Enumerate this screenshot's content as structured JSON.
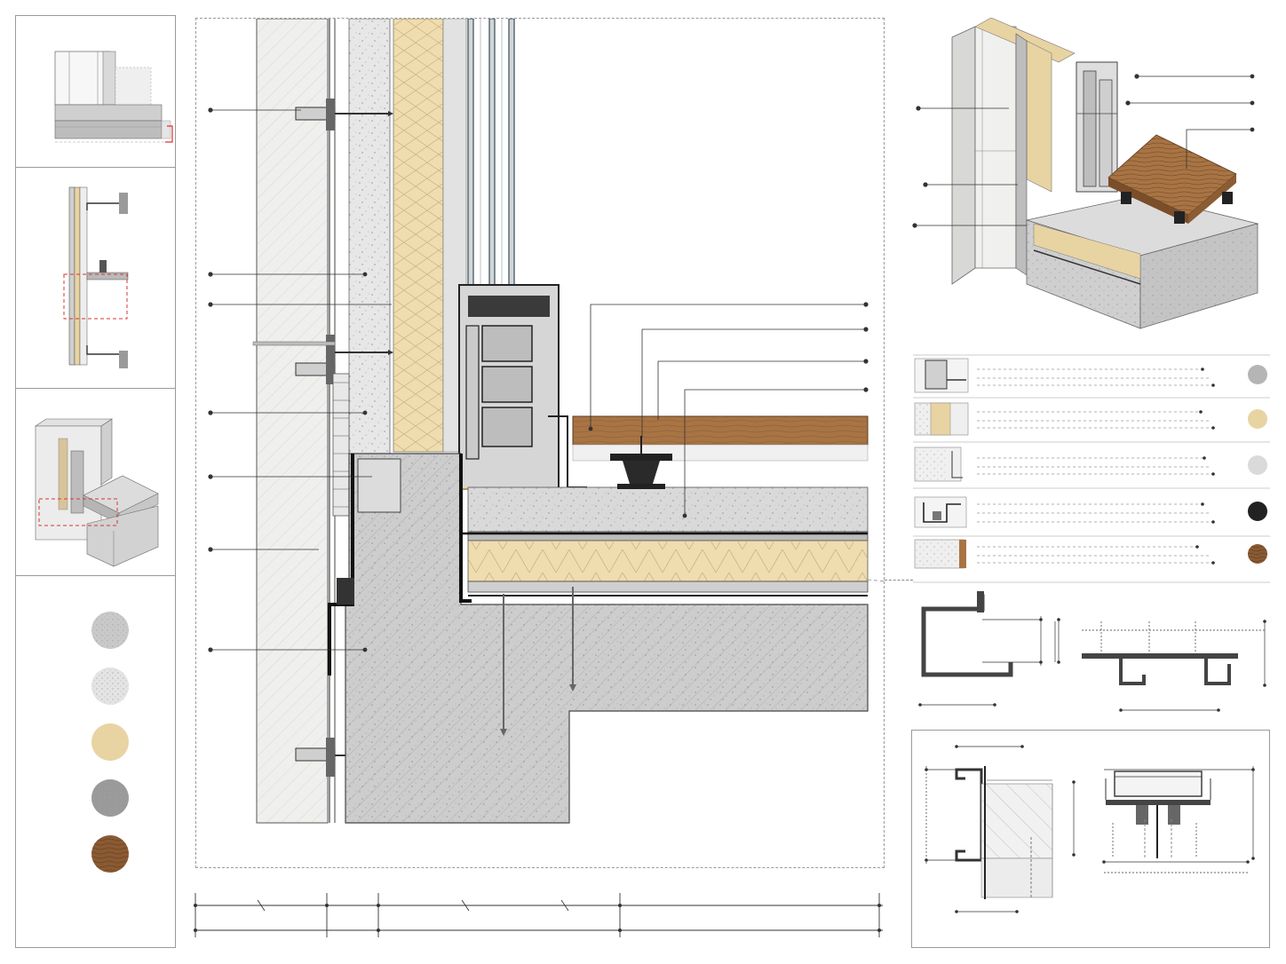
{
  "thumbnails": [
    {
      "name": "elevation-section-key"
    },
    {
      "name": "vertical-section-key"
    },
    {
      "name": "axonometric-key"
    }
  ],
  "swatches": [
    {
      "name": "concrete-gray",
      "color": "#c9c9c9"
    },
    {
      "name": "plaster-white",
      "color": "#e4e4e4"
    },
    {
      "name": "mineral-wool-beige",
      "color": "#e8d3a2"
    },
    {
      "name": "screed-gray",
      "color": "#9a9a9a"
    },
    {
      "name": "wood-deck-brown",
      "color": "#8a5a33"
    }
  ],
  "legend_rows": [
    {
      "name": "row-window-frame",
      "color": "#b5b5b5"
    },
    {
      "name": "row-insulation",
      "color": "#e8d3a2"
    },
    {
      "name": "row-cladding",
      "color": "#dadada"
    },
    {
      "name": "row-aluminium-profile",
      "color": "#222222"
    },
    {
      "name": "row-timber-deck",
      "color": "#8a5a33"
    }
  ],
  "colors": {
    "concrete": "#cfcfcf",
    "concrete_dark": "#b9b9b9",
    "cladding": "#ededeb",
    "insulation": "#eedcae",
    "plaster": "#e6e6e6",
    "frame": "#2a2a2a",
    "wood": "#a87444",
    "line": "#333333",
    "guide": "#999999"
  }
}
